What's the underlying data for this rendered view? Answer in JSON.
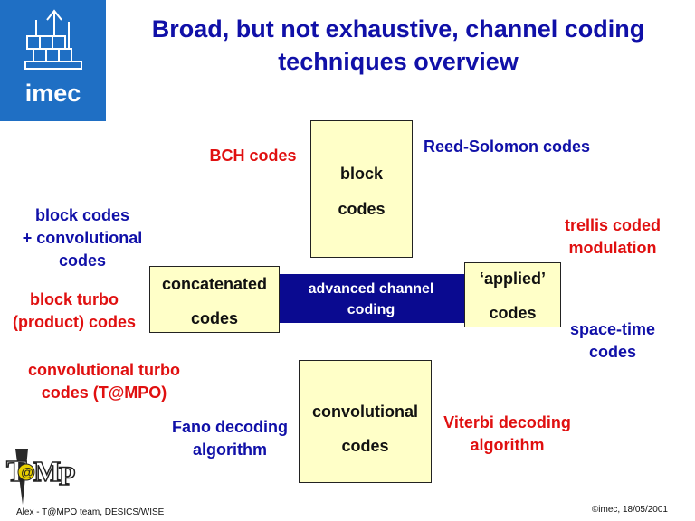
{
  "slide": {
    "title_line1": "Broad, but not exhaustive, channel coding",
    "title_line2": "techniques overview"
  },
  "logo": {
    "text": "imec"
  },
  "center": {
    "line1": "advanced channel",
    "line2": "coding"
  },
  "boxes": {
    "block": {
      "line1": "block",
      "line2": "codes"
    },
    "concatenated": {
      "line1": "concatenated",
      "line2": "codes"
    },
    "applied": {
      "line1": "‘applied’",
      "line2": "codes"
    },
    "convolutional": {
      "line1": "convolutional",
      "line2": "codes"
    }
  },
  "labels": {
    "bch": "BCH codes",
    "reed_solomon": "Reed-Solomon codes",
    "block_plus_conv_1": "block codes",
    "block_plus_conv_2": "+ convolutional",
    "block_plus_conv_3": "codes",
    "trellis_1": "trellis coded",
    "trellis_2": "modulation",
    "block_turbo_1": "block turbo",
    "block_turbo_2": "(product) codes",
    "space_time_1": "space-time",
    "space_time_2": "codes",
    "conv_turbo_1": "convolutional turbo",
    "conv_turbo_2": "codes (T@MPO)",
    "fano_1": "Fano decoding",
    "fano_2": "algorithm",
    "viterbi_1": "Viterbi decoding",
    "viterbi_2": "algorithm"
  },
  "footer": {
    "left": "Alex - T@MPO team, DESICS/WISE",
    "right": "©imec, 18/05/2001"
  },
  "colors": {
    "title_blue": "#1010a8",
    "red": "#e01010",
    "box_fill": "#ffffc8",
    "center_fill": "#0a0a90"
  }
}
